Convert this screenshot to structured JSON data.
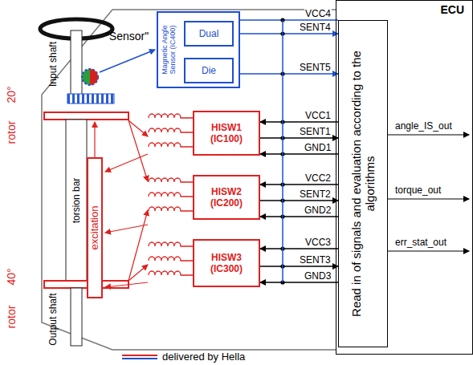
{
  "diagram": {
    "nodes": [
      {
        "text": [
          "ECU"
        ]
      },
      {
        "text": [
          "Read in of signals and evaluation according to the algorithms"
        ],
        "in": 0
      },
      {
        "text": [
          "Magnetic Angle Sensor (IC400)"
        ]
      },
      {
        "text": [
          "Dual"
        ],
        "in": 2
      },
      {
        "text": [
          "Die"
        ],
        "in": 2
      },
      {
        "text": [
          "HISW1 (IC100)"
        ]
      },
      {
        "text": [
          "HISW2 (IC200)"
        ]
      },
      {
        "text": [
          "HISW3 (IC300)"
        ]
      },
      {
        "text": [
          "excitation"
        ]
      }
    ],
    "edges": [
      {
        "from": 1,
        "to": 3,
        "label": "VCC4",
        "arrow": "to"
      },
      {
        "from": 3,
        "to": 1,
        "label": "SENT4",
        "arrow": "to"
      },
      {
        "from": 4,
        "to": 1,
        "label": "SENT5",
        "arrow": "to"
      },
      {
        "from": 1,
        "to": 5,
        "label": "VCC1",
        "arrow": "to"
      },
      {
        "from": 5,
        "to": 1,
        "label": "SENT1",
        "arrow": "to"
      },
      {
        "from": 1,
        "to": 5,
        "label": "GND1",
        "arrow": "to"
      },
      {
        "from": 1,
        "to": 6,
        "label": "VCC2",
        "arrow": "to"
      },
      {
        "from": 6,
        "to": 1,
        "label": "SENT2",
        "arrow": "to"
      },
      {
        "from": 1,
        "to": 6,
        "label": "GND2",
        "arrow": "to"
      },
      {
        "from": 1,
        "to": 7,
        "label": "VCC3",
        "arrow": "to"
      },
      {
        "from": 7,
        "to": 1,
        "label": "SENT3",
        "arrow": "to"
      },
      {
        "from": 1,
        "to": 7,
        "label": "GND3",
        "arrow": "to"
      }
    ],
    "labels": [
      "Input shaft",
      "torsion bar",
      "Output shaft",
      "20°",
      "rotor",
      "40°",
      "rotor",
      "\"Sensor\"",
      "angle_IS_out",
      "torque_out",
      "err_stat_out"
    ],
    "legend": [
      {
        "text": "delivered by Hella"
      }
    ]
  }
}
